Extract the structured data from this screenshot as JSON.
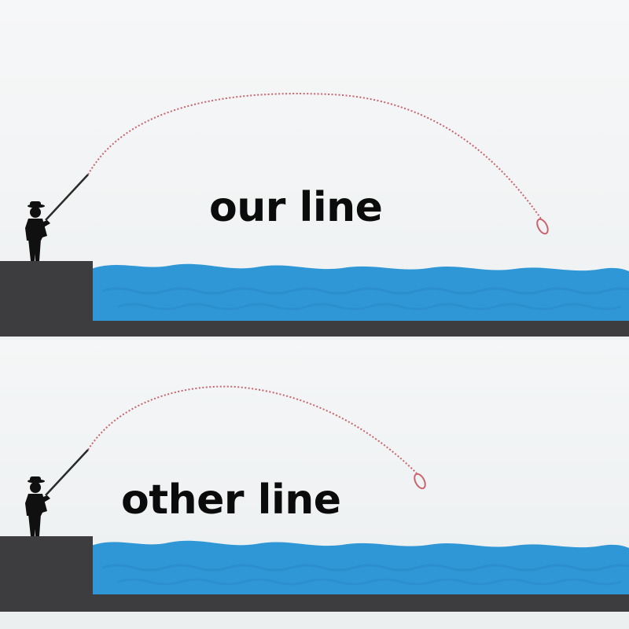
{
  "panels": {
    "top": {
      "label": "our line"
    },
    "bottom": {
      "label": "other line"
    }
  },
  "colors": {
    "water": "#2f97d6",
    "water_dark": "#2a89c6",
    "ground": "#3d3d3f",
    "line": "#c9636d",
    "angler": "#101010",
    "background": "#f3f5f6"
  },
  "icons": [
    "angler-icon",
    "fishing-rod-icon",
    "bobber-icon",
    "water-waves"
  ]
}
